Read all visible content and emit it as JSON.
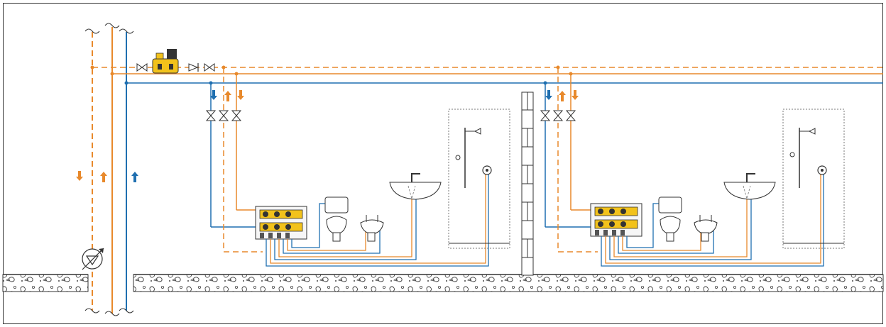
{
  "diagram": {
    "description_visible_text": "",
    "colors": {
      "hot_water": "#e8892b",
      "cold_water": "#1f6fb0",
      "frame": "#333333",
      "floor_fill": "#ffffff",
      "wall_fill": "#ffffff",
      "valve_body": "#f2c21b",
      "dashed_box": "#777777"
    },
    "icons": {
      "riser_flow_down": "arrow-down-icon",
      "riser_flow_up": "arrow-up-icon",
      "meter": "meter-icon",
      "balancing_valve": "balancing-valve-icon",
      "gate_valve": "gate-valve-icon",
      "check_valve": "check-valve-icon",
      "manifold": "manifold-icon",
      "toilet": "toilet-icon",
      "bidet": "bidet-icon",
      "washbasin": "washbasin-icon",
      "shower": "shower-icon"
    },
    "units": [
      {
        "name": "apartment-1",
        "fixtures": [
          "manifold",
          "toilet",
          "bidet",
          "washbasin",
          "shower"
        ]
      },
      {
        "name": "apartment-2",
        "fixtures": [
          "manifold",
          "toilet",
          "bidet",
          "washbasin",
          "shower"
        ]
      }
    ]
  }
}
